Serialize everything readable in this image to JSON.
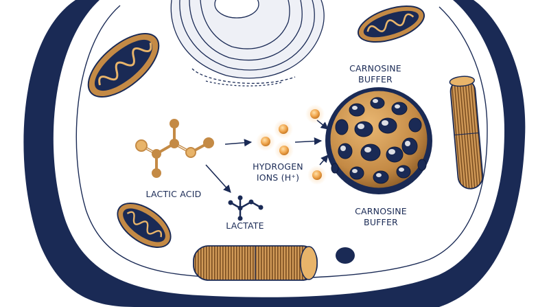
{
  "labels": {
    "carnosine_top_line1": "CARNOSINE",
    "carnosine_top_line2": "BUFFER",
    "carnosine_bottom_line1": "CARNOSINE",
    "carnosine_bottom_line2": "BUFFER",
    "hydrogen_line1": "HYDROGEN",
    "hydrogen_line2": "IONS (H⁺)",
    "lactic_acid": "LACTIC ACID",
    "lactate": "LACTATE"
  },
  "colors": {
    "navy": "#1a2a55",
    "gold": "#c48a45",
    "gold_light": "#e8b46a",
    "ion": "#f0a64e",
    "line": "#6b7488"
  }
}
